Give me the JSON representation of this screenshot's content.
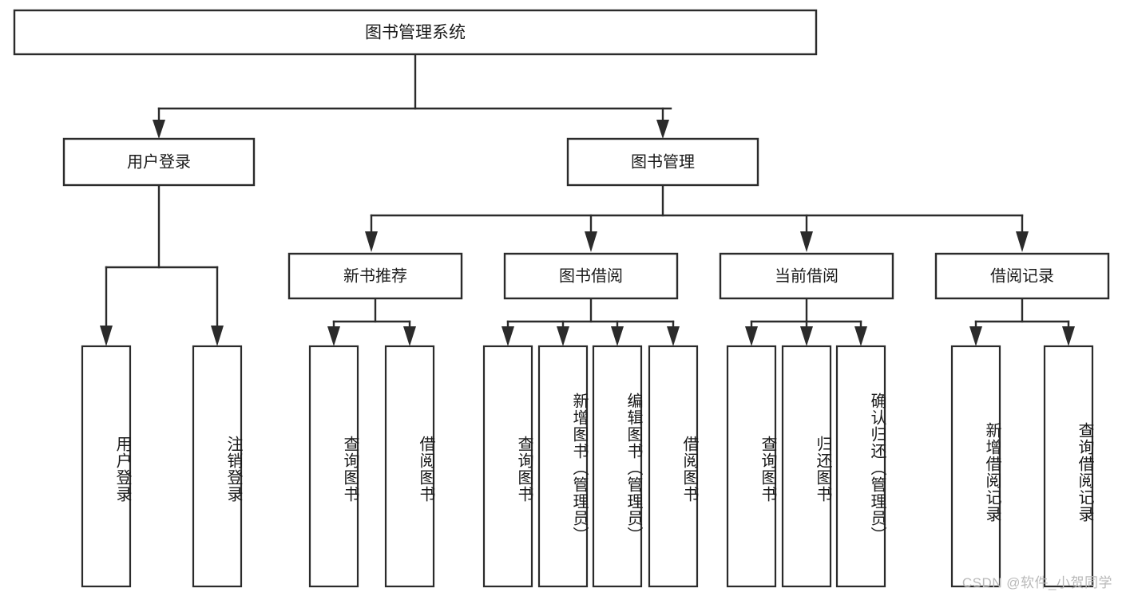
{
  "diagram": {
    "type": "tree",
    "title": "图书管理系统",
    "orientation": "top-down",
    "levels": 4,
    "colors": {
      "box_stroke": "#2b2b2b",
      "box_fill": "#ffffff",
      "text": "#1a1a1a",
      "background": "#ffffff",
      "watermark": "#b9b9b9"
    },
    "root": {
      "label": "图书管理系统"
    },
    "level2": [
      {
        "label": "用户登录"
      },
      {
        "label": "图书管理"
      }
    ],
    "level3": [
      {
        "label": "新书推荐"
      },
      {
        "label": "图书借阅"
      },
      {
        "label": "当前借阅"
      },
      {
        "label": "借阅记录"
      }
    ],
    "leaves": {
      "user_login": [
        {
          "label": "用户登录"
        },
        {
          "label": "注销登录"
        }
      ],
      "new_book_recommend": [
        {
          "label": "查询图书"
        },
        {
          "label": "借阅图书"
        }
      ],
      "book_borrow": [
        {
          "label": "查询图书"
        },
        {
          "label": "新增图书（管理员）"
        },
        {
          "label": "编辑图书（管理员）"
        },
        {
          "label": "借阅图书"
        }
      ],
      "current_borrow": [
        {
          "label": "查询图书"
        },
        {
          "label": "归还图书"
        },
        {
          "label": "确认归还（管理员）"
        }
      ],
      "borrow_record": [
        {
          "label": "新增借阅记录"
        },
        {
          "label": "查询借阅记录"
        }
      ]
    }
  },
  "watermark": {
    "text": "CSDN @软件_小贺同学"
  }
}
